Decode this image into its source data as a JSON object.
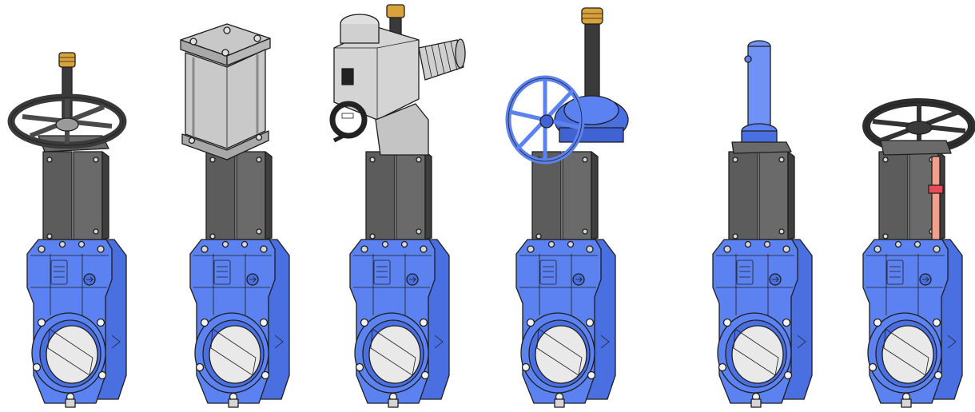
{
  "scene": {
    "background": "#ffffff",
    "colors": {
      "body_blue": "#5b82f0",
      "body_blue_dark": "#3f63d2",
      "steel_dark": "#5c5c5c",
      "steel_mid": "#8a8a8a",
      "actuator_grey": "#c8c8c8",
      "brass": "#d9a23a",
      "accent_red": "#e84a5a",
      "accent_salmon": "#f2a08a"
    },
    "valves": [
      {
        "label": "",
        "actuator": "handwheel",
        "body_marking": ""
      },
      {
        "label": "",
        "actuator": "pneumatic-cylinder",
        "body_marking": ""
      },
      {
        "label": "",
        "actuator": "electric-actuator",
        "body_marking": ""
      },
      {
        "label": "",
        "actuator": "bevel-gear-handwheel",
        "body_marking": ""
      },
      {
        "label": "",
        "actuator": "lever-cylinder",
        "body_marking": ""
      },
      {
        "label": "",
        "actuator": "handwheel-with-indicator",
        "body_marking": ""
      }
    ]
  }
}
